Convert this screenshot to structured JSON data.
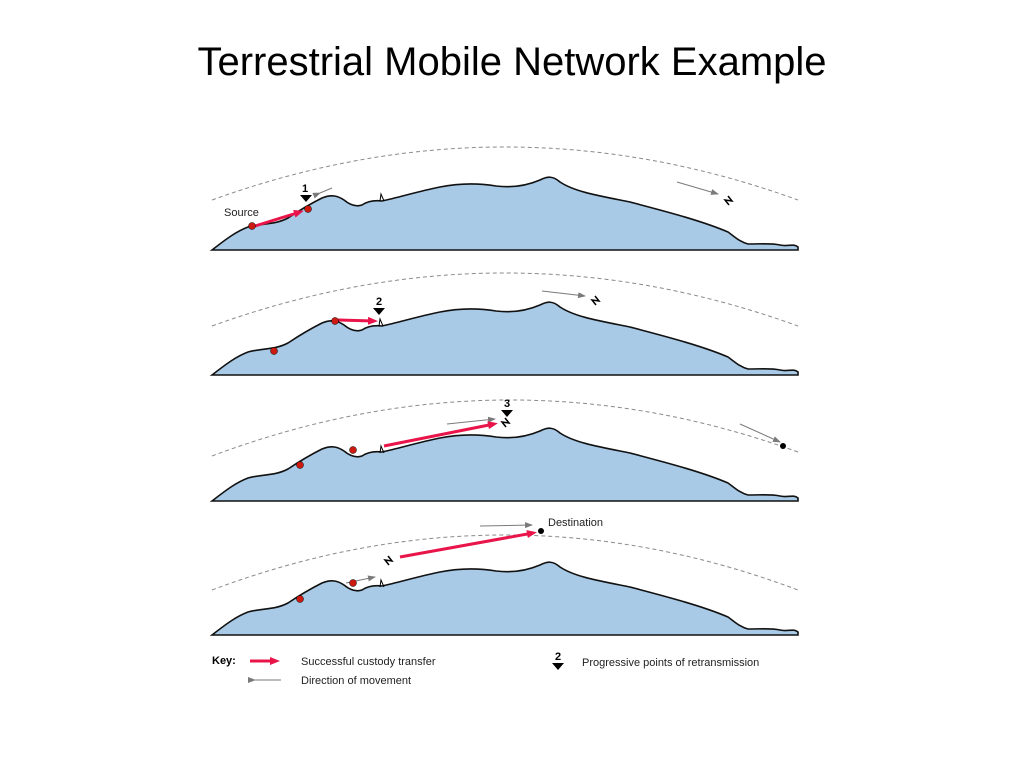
{
  "title": "Terrestrial Mobile Network Example",
  "labels": {
    "source": "Source",
    "destination": "Destination"
  },
  "steps": [
    "1",
    "2",
    "3"
  ],
  "key": {
    "heading": "Key:",
    "custody": "Successful custody transfer",
    "direction": "Direction of movement",
    "retrans_number": "2",
    "retransmission": "Progressive points of retransmission"
  },
  "colors": {
    "terrain_fill": "#a8cae6",
    "terrain_edge": "#111111",
    "custody_arrow": "#e8144a",
    "node": "#cc1a10",
    "orbit": "#8a8a8a",
    "movement_arrow": "#7a7a7a"
  }
}
